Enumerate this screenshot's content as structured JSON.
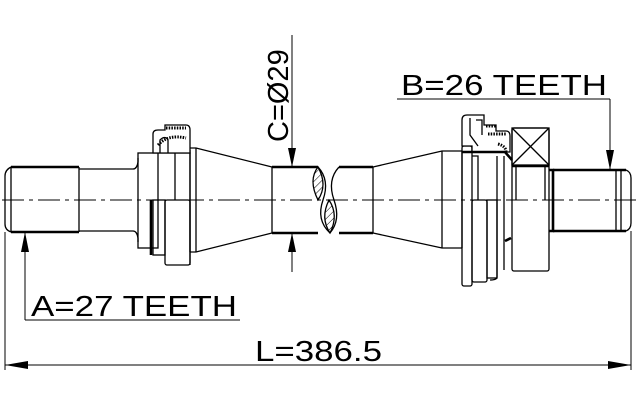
{
  "drawing": {
    "type": "drive shaft technical drawing",
    "labels": {
      "spline_a": "A=27 TEETH",
      "spline_b": "B=26 TEETH",
      "diameter_c": "C=Ø29",
      "length_l": "L=386.5"
    },
    "dimensions": {
      "spline_a_teeth": 27,
      "spline_b_teeth": 26,
      "shaft_diameter": 29,
      "overall_length": 386.5
    },
    "colors": {
      "line": "#000000",
      "background": "#ffffff"
    }
  }
}
